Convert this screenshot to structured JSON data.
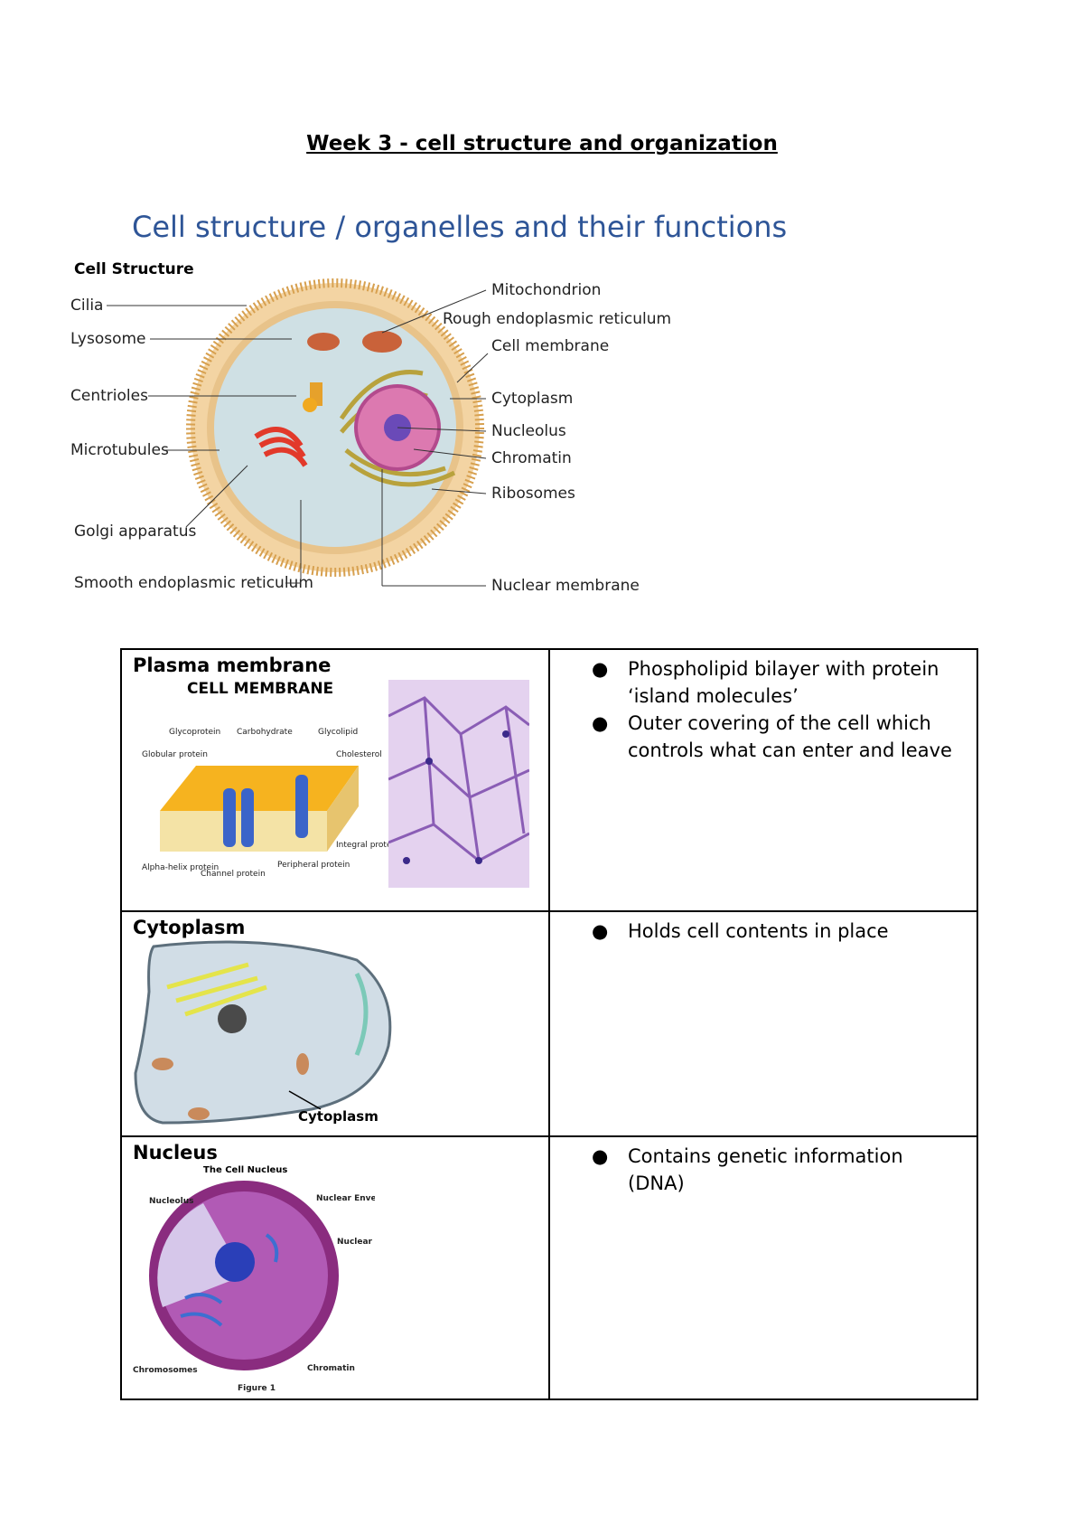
{
  "document": {
    "title": "Week 3 - cell structure and organization",
    "section_heading": "Cell structure / organelles and their functions"
  },
  "cell_diagram": {
    "title": "Cell Structure",
    "left_labels": [
      "Cilia",
      "Lysosome",
      "Centrioles",
      "Microtubules",
      "Golgi apparatus",
      "Smooth endoplasmic reticulum"
    ],
    "right_labels": [
      "Mitochondrion",
      "Rough endoplasmic reticulum",
      "Cell membrane",
      "Cytoplasm",
      "Nucleolus",
      "Chromatin",
      "Ribosomes",
      "Nuclear membrane"
    ]
  },
  "table": {
    "rows": [
      {
        "name": "Plasma membrane",
        "figure": {
          "title": "CELL MEMBRANE",
          "labels": [
            "Glycoprotein",
            "Carbohydrate",
            "Glycolipid",
            "Globular protein",
            "Cholesterol",
            "Integral protein",
            "Alpha-helix protein",
            "Channel protein",
            "Peripheral protein"
          ]
        },
        "bullets": [
          "Phospholipid bilayer with protein ‘island molecules’",
          "Outer covering of the cell which controls what can enter and leave"
        ]
      },
      {
        "name": "Cytoplasm",
        "figure": {
          "labels": [
            "Cytoplasm"
          ]
        },
        "bullets": [
          "Holds cell contents in place"
        ]
      },
      {
        "name": "Nucleus",
        "figure": {
          "title": "The Cell Nucleus",
          "labels": [
            "Nucleolus",
            "Nuclear Envelope",
            "Nuclear Pores",
            "Chromosomes",
            "Chromatin"
          ],
          "caption": "Figure 1"
        },
        "bullets": [
          "Contains genetic information (DNA)"
        ]
      }
    ]
  },
  "colors": {
    "heading": "#2e5597",
    "membrane": "#e9b36b",
    "nucleus": "#d9569b",
    "nucleus_outer": "#8a2c7f"
  }
}
